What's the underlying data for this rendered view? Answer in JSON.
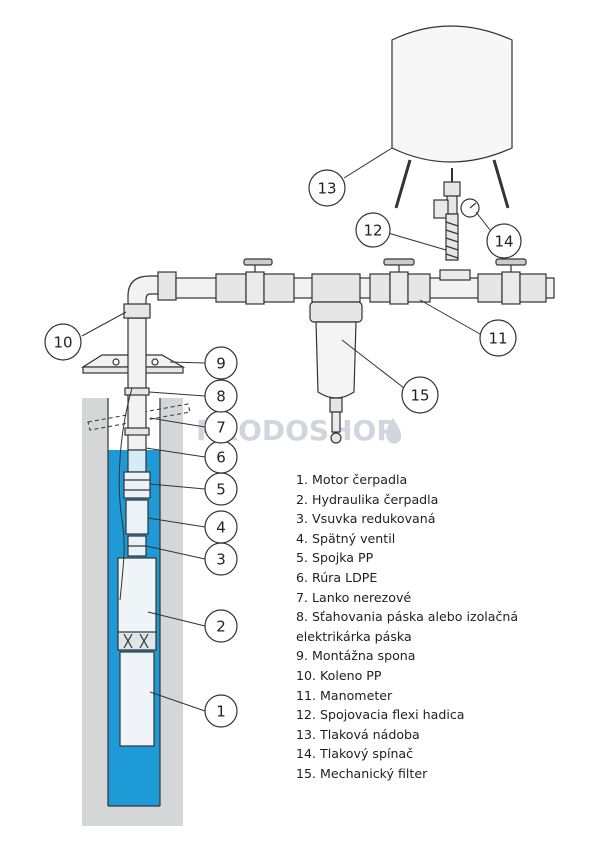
{
  "watermark": "PRODOSHOP",
  "callouts": [
    {
      "num": "1"
    },
    {
      "num": "2"
    },
    {
      "num": "3"
    },
    {
      "num": "4"
    },
    {
      "num": "5"
    },
    {
      "num": "6"
    },
    {
      "num": "7"
    },
    {
      "num": "8"
    },
    {
      "num": "9"
    },
    {
      "num": "10"
    },
    {
      "num": "11"
    },
    {
      "num": "12"
    },
    {
      "num": "13"
    },
    {
      "num": "14"
    },
    {
      "num": "15"
    }
  ],
  "legend": [
    "1. Motor čerpadla",
    "2. Hydraulika čerpadla",
    "3. Vsuvka redukovaná",
    "4. Spätný ventil",
    "5. Spojka PP",
    "6. Rúra LDPE",
    "7. Lanko nerezové",
    "8. Sťahovania páska alebo izolačná elektrikárka páska",
    "9. Montážna spona",
    "10. Koleno PP",
    "11. Manometer",
    "12. Spojovacia flexi hadica",
    "13. Tlaková nádoba",
    "14. Tlakový spínač",
    "15. Mechanický filter"
  ],
  "colors": {
    "water": "#1e9ad6",
    "well_wall": "#d4d6d8",
    "line": "#333333",
    "part_fill": "#f2f2f2"
  }
}
